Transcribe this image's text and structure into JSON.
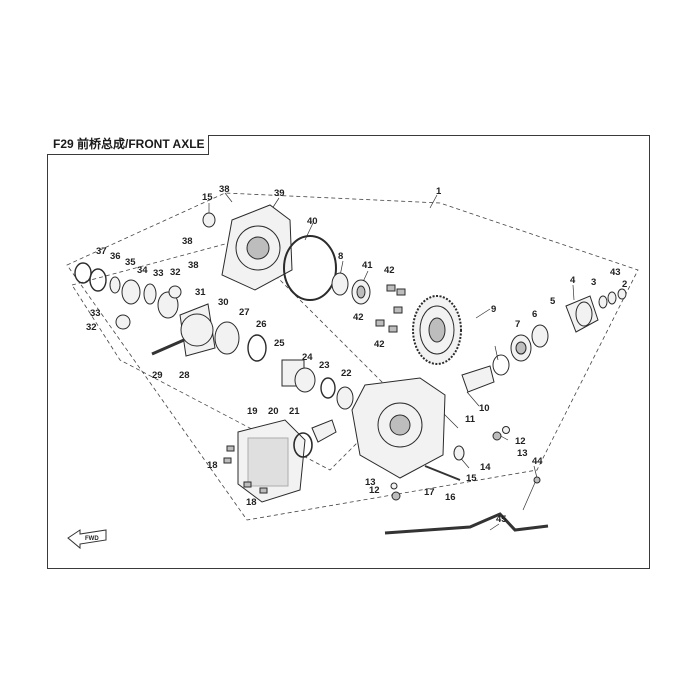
{
  "title": "F29 前桥总成/FRONT AXLE",
  "callouts": [
    "1",
    "2",
    "3",
    "4",
    "5",
    "6",
    "7",
    "8",
    "9",
    "10",
    "11",
    "12",
    "13",
    "14",
    "15",
    "16",
    "17",
    "18",
    "19",
    "20",
    "21",
    "22",
    "23",
    "24",
    "25",
    "26",
    "27",
    "28",
    "29",
    "30",
    "31",
    "32",
    "33",
    "34",
    "35",
    "36",
    "37",
    "38",
    "39",
    "40",
    "41",
    "42",
    "43",
    "44",
    "45"
  ],
  "fwd_label": "FWD",
  "colors": {
    "line": "#2b2b2b",
    "part_fill": "#f2f2f2",
    "part_shade": "#bdbdbd"
  }
}
